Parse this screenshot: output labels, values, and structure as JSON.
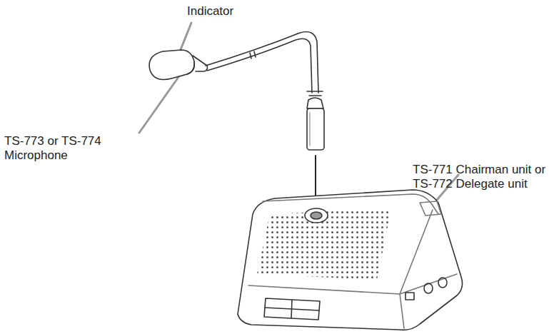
{
  "diagram": {
    "labels": [
      "Indicator",
      "TS-773 or TS-774 Microphone",
      "TS-771 Chairman unit or TS-772 Delegate unit"
    ]
  }
}
